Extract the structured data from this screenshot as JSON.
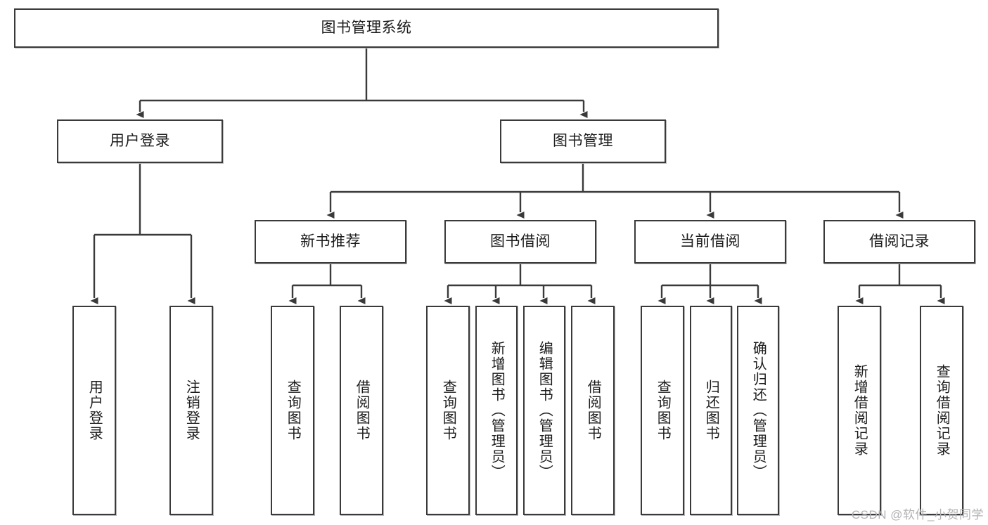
{
  "diagram": {
    "type": "tree-hierarchy",
    "title": "图书管理系统",
    "root": {
      "id": "root",
      "label": "图书管理系统",
      "orientation": "horizontal"
    },
    "level2": [
      {
        "id": "user-login",
        "label": "用户登录",
        "orientation": "horizontal"
      },
      {
        "id": "book-management",
        "label": "图书管理",
        "orientation": "horizontal"
      }
    ],
    "level3": [
      {
        "id": "new-book-recommend",
        "label": "新书推荐",
        "orientation": "horizontal",
        "parent": "book-management"
      },
      {
        "id": "book-borrow",
        "label": "图书借阅",
        "orientation": "horizontal",
        "parent": "book-management"
      },
      {
        "id": "current-borrow",
        "label": "当前借阅",
        "orientation": "horizontal",
        "parent": "book-management"
      },
      {
        "id": "borrow-record",
        "label": "借阅记录",
        "orientation": "horizontal",
        "parent": "book-management"
      }
    ],
    "leaves": [
      {
        "id": "leaf-user-login",
        "label": "用户登录",
        "parent": "user-login",
        "orientation": "vertical"
      },
      {
        "id": "leaf-user-logout",
        "label": "注销登录",
        "parent": "user-login",
        "orientation": "vertical"
      },
      {
        "id": "leaf-query-book-1",
        "label": "查询图书",
        "parent": "new-book-recommend",
        "orientation": "vertical"
      },
      {
        "id": "leaf-borrow-book-1",
        "label": "借阅图书",
        "parent": "new-book-recommend",
        "orientation": "vertical"
      },
      {
        "id": "leaf-query-book-2",
        "label": "查询图书",
        "parent": "book-borrow",
        "orientation": "vertical"
      },
      {
        "id": "leaf-add-book",
        "label": "新增图书（管理员）",
        "parent": "book-borrow",
        "orientation": "vertical"
      },
      {
        "id": "leaf-edit-book",
        "label": "编辑图书（管理员）",
        "parent": "book-borrow",
        "orientation": "vertical"
      },
      {
        "id": "leaf-borrow-book-2",
        "label": "借阅图书",
        "parent": "book-borrow",
        "orientation": "vertical"
      },
      {
        "id": "leaf-query-book-3",
        "label": "查询图书",
        "parent": "current-borrow",
        "orientation": "vertical"
      },
      {
        "id": "leaf-return-book",
        "label": "归还图书",
        "parent": "current-borrow",
        "orientation": "vertical"
      },
      {
        "id": "leaf-confirm-return",
        "label": "确认归还（管理员）",
        "parent": "current-borrow",
        "orientation": "vertical"
      },
      {
        "id": "leaf-add-record",
        "label": "新增借阅记录",
        "parent": "borrow-record",
        "orientation": "vertical"
      },
      {
        "id": "leaf-query-record",
        "label": "查询借阅记录",
        "parent": "borrow-record",
        "orientation": "vertical"
      }
    ]
  },
  "watermark": {
    "text": "CSDN @软件_小贺同学"
  },
  "colors": {
    "border": "#3a3a3a",
    "text": "#1c1c1c",
    "connector": "#3a3a3a",
    "background": "#ffffff",
    "watermark": "#b2b2b2"
  }
}
